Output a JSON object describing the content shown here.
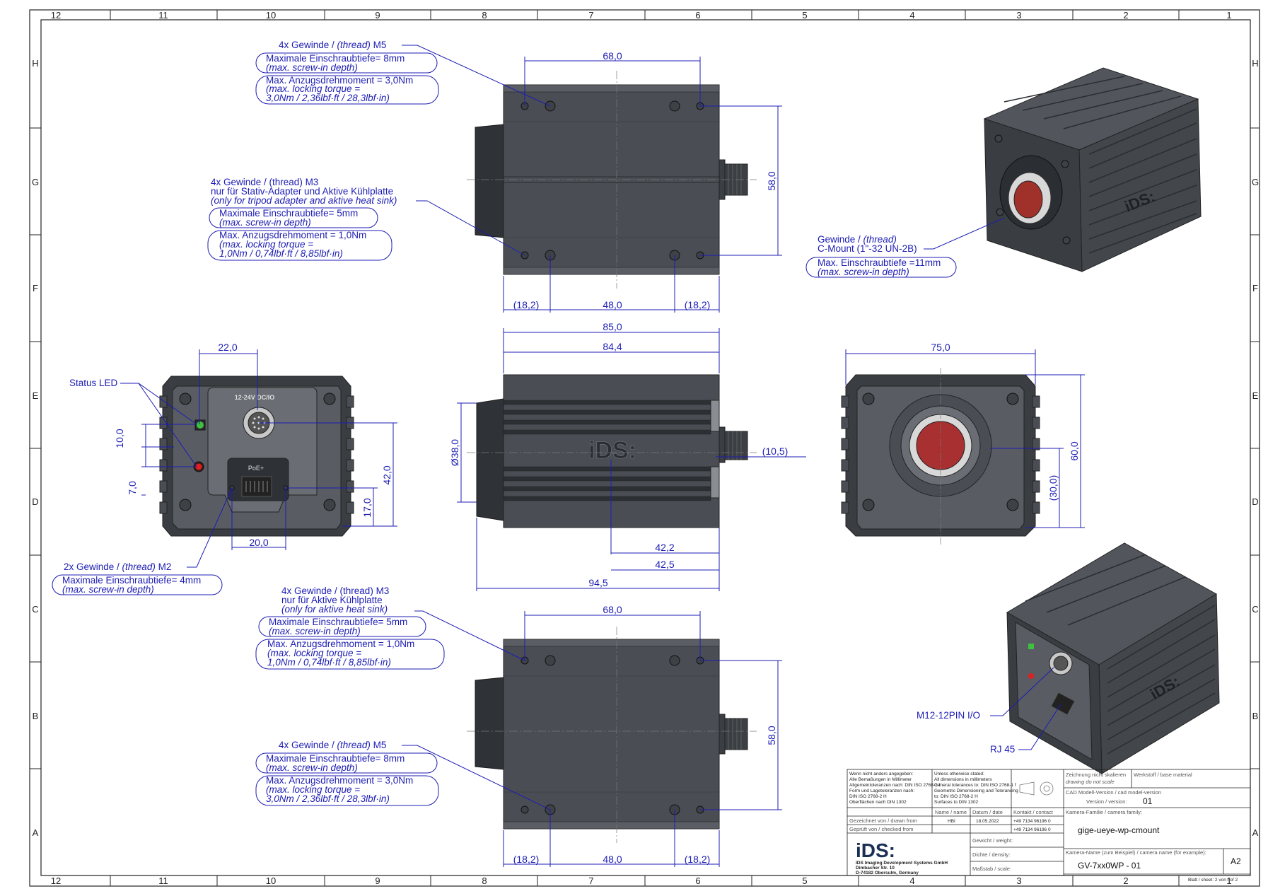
{
  "border": {
    "columns": [
      "12",
      "11",
      "10",
      "9",
      "8",
      "7",
      "6",
      "5",
      "4",
      "3",
      "2",
      "1"
    ],
    "rows": [
      "H",
      "G",
      "F",
      "E",
      "D",
      "C",
      "B",
      "A"
    ]
  },
  "dimensions": {
    "top_width": "68,0",
    "top_height": "58,0",
    "top_left": "(18,2)",
    "top_mid": "48,0",
    "top_right": "(18,2)",
    "side_85": "85,0",
    "side_84": "84,4",
    "side_dia": "Ø38,0",
    "side_10_5": "(10,5)",
    "side_42_2": "42,2",
    "side_42_5": "42,5",
    "side_94_5": "94,5",
    "back_22": "22,0",
    "back_10": "10,0",
    "back_7": "7,0",
    "back_42": "42,0",
    "back_17": "17,0",
    "back_20": "20,0",
    "front_75": "75,0",
    "front_60": "60,0",
    "front_30": "(30,0)",
    "bot_width": "68,0",
    "bot_height": "58,0",
    "bot_left": "(18,2)",
    "bot_mid": "48,0",
    "bot_right": "(18,2)"
  },
  "notes": {
    "n1": {
      "l1a": "4x Gewinde / ",
      "l1b": "(thread)",
      "l1c": " M5",
      "l2": "Maximale Einschraubtiefe= 8mm",
      "l3": "(max. screw-in depth)",
      "l4": "Max. Anzugsdrehmoment = 3,0Nm",
      "l5": "(max. locking torque =",
      "l6": "3,0Nm / 2,36lbf·ft / 28,3lbf·in)"
    },
    "n2": {
      "l1": "4x Gewinde / (thread)  M3",
      "l2": "nur für Stativ-Adapter und Aktive Kühlplatte",
      "l3": "(only for tripod adapter and aktive heat sink)",
      "l4": "Maximale Einschraubtiefe= 5mm",
      "l5": "(max. screw-in depth)",
      "l6": "Max. Anzugsdrehmoment = 1,0Nm",
      "l7": "(max. locking torque =",
      "l8": "1,0Nm / 0,74lbf·ft / 8,85lbf·in)"
    },
    "n3": {
      "l1a": "Gewinde / ",
      "l1b": "(thread)",
      "l2": "C-Mount (1\"-32 UN-2B)",
      "l3": "Max. Einschraubtiefe =11mm",
      "l4": "(max. screw-in depth)"
    },
    "status_led": "Status LED",
    "n4": {
      "l1a": "2x Gewinde / ",
      "l1b": "(thread)",
      "l1c": " M2",
      "l2": "Maximale Einschraubtiefe= 4mm",
      "l3": "(max. screw-in depth)"
    },
    "n5": {
      "l1": "4x Gewinde / (thread)  M3",
      "l2": "nur für Aktive Kühlplatte",
      "l3": "(only for aktive heat sink)",
      "l4": "Maximale Einschraubtiefe= 5mm",
      "l5": "(max. screw-in depth)",
      "l6": "Max. Anzugsdrehmoment = 1,0Nm",
      "l7": "(max. locking torque =",
      "l8": "1,0Nm / 0,74lbf·ft / 8,85lbf·in)"
    },
    "n6": {
      "l1a": "4x Gewinde / ",
      "l1b": "(thread)",
      "l1c": " M5",
      "l2": "Maximale Einschraubtiefe= 8mm",
      "l3": "(max. screw-in depth)",
      "l4": "Max. Anzugsdrehmoment = 3,0Nm",
      "l5": "(max. locking torque =",
      "l6": "3,0Nm / 2,36lbf·ft / 28,3lbf·in)"
    },
    "m12": "M12-12PIN I/O",
    "rj45": "RJ 45"
  },
  "device_labels": {
    "connector": "12-24V DC/IO",
    "poe": "PoE+",
    "logo": "iDS:"
  },
  "title_block": {
    "gen1": "Wenn nicht anders angegeben:",
    "gen2": "Alle Bemaßungen in Millimeter",
    "gen3": "Allgemeintoleranzen nach: DIN ISO 2768-1 f",
    "gen4": "Form und Lagetoleranzen nach:",
    "gen5": "DIN ISO 2768-2 H",
    "gen6": "Oberflächen nach DIN 1302",
    "en1": "Unless otherwise stated:",
    "en2": "All dimensions in millimeters",
    "en3": "General tolerances to: DIN ISO 2768-1 f",
    "en4": "Geometric Dimensioning and Tolerancing",
    "en5": "to: DIN ISO 2768-2 H",
    "en6": "Surfaces to DIN 1302",
    "no_scale": "Zeichnung nicht skalieren",
    "no_scale_en": "drawing do not scale",
    "material": "Werkstoff / base material",
    "cad_version": "CAD Modell-Version / cad model-version",
    "version_label": "Version / version:",
    "version": "01",
    "col_name": "Name / name",
    "col_date": "Datum / date",
    "col_contact": "Kontakt / contact",
    "family_label": "Kamera-Familie / camera family:",
    "drawn_label": "Gezeichnet von / drawn from",
    "drawn_name": "HBI",
    "drawn_date": "18.05.2022",
    "drawn_phone": "+49 7134 96196 0",
    "checked_label": "Geprüft von / checked from",
    "checked_phone": "+49 7134 96196 0",
    "family": "gige-ueye-wp-cmount",
    "weight": "Gewicht / weight:",
    "density": "Dichte / density:",
    "scale": "Maßstab / scale:",
    "company1": "IDS Imaging Development Systems GmbH",
    "company2": "Dimbacher Str. 10",
    "company3": "D-74182 Obersulm, Germany",
    "cam_name_label": "Kamera-Name (zum Beispiel) / camera name (for example):",
    "cam_name": "GV-7xx0WP - 01",
    "size": "A2",
    "sheet": "Blatt / sheet: 2 von / of 2"
  }
}
